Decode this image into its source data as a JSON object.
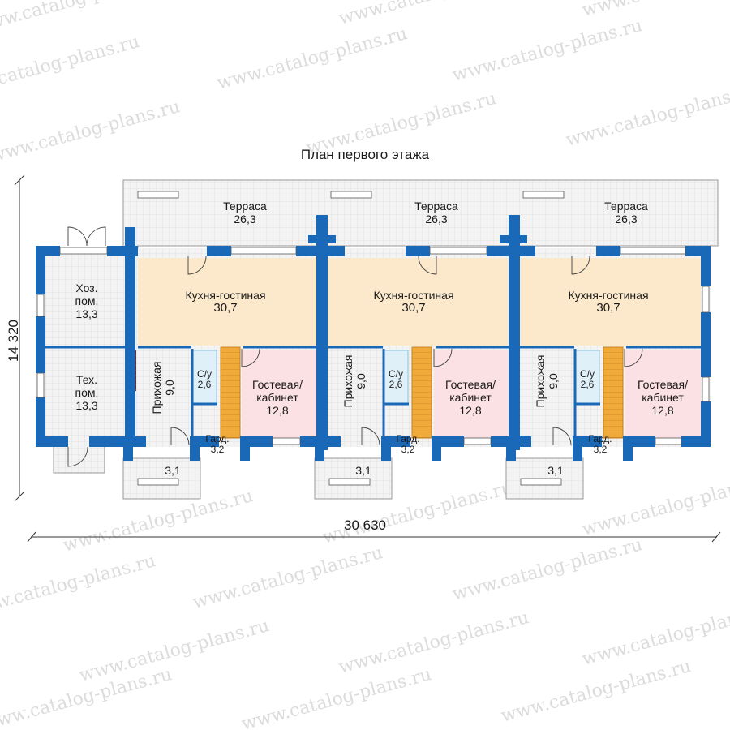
{
  "title": "План первого этажа",
  "dim_width": "30 630",
  "dim_height": "14 320",
  "watermark": "www.catalog-plans.ru",
  "colors": {
    "wall": "#1a68b8",
    "tile": "#f3f3f3",
    "grid": "#d4d4d4",
    "kitchen": "#fce9cc",
    "guest": "#fbe1e4",
    "stair": "#f0aa3a",
    "chimney": "#8b1b12"
  },
  "rooms": {
    "xoz": {
      "name": "Хоз.\nпом.",
      "area": "13,3"
    },
    "tex": {
      "name": "Тех.\nпом.",
      "area": "13,3"
    },
    "units": [
      {
        "terrace": {
          "name": "Терраса",
          "area": "26,3"
        },
        "kitchen": {
          "name": "Кухня-гостиная",
          "area": "30,7"
        },
        "hall": {
          "name": "Прихожая",
          "area": "9,0"
        },
        "bath": {
          "name": "С/у",
          "area": "2,6"
        },
        "guest": {
          "name": "Гостевая/\nкабинет",
          "area": "12,8"
        },
        "ward": {
          "name": "Гард.",
          "area": "3,2"
        },
        "porch": {
          "area": "3,1"
        }
      },
      {
        "terrace": {
          "name": "Терраса",
          "area": "26,3"
        },
        "kitchen": {
          "name": "Кухня-гостиная",
          "area": "30,7"
        },
        "hall": {
          "name": "Прихожая",
          "area": "9,0"
        },
        "bath": {
          "name": "С/у",
          "area": "2,6"
        },
        "guest": {
          "name": "Гостевая/\nкабинет",
          "area": "12,8"
        },
        "ward": {
          "name": "Гард.",
          "area": "3,2"
        },
        "porch": {
          "area": "3,1"
        }
      },
      {
        "terrace": {
          "name": "Терраса",
          "area": "26,3"
        },
        "kitchen": {
          "name": "Кухня-гостиная",
          "area": "30,7"
        },
        "hall": {
          "name": "Прихожая",
          "area": "9,0"
        },
        "bath": {
          "name": "С/у",
          "area": "2,6"
        },
        "guest": {
          "name": "Гостевая/\nкабинет",
          "area": "12,8"
        },
        "ward": {
          "name": "Гард.",
          "area": "3,2"
        },
        "porch": {
          "area": "3,1"
        }
      }
    ]
  }
}
